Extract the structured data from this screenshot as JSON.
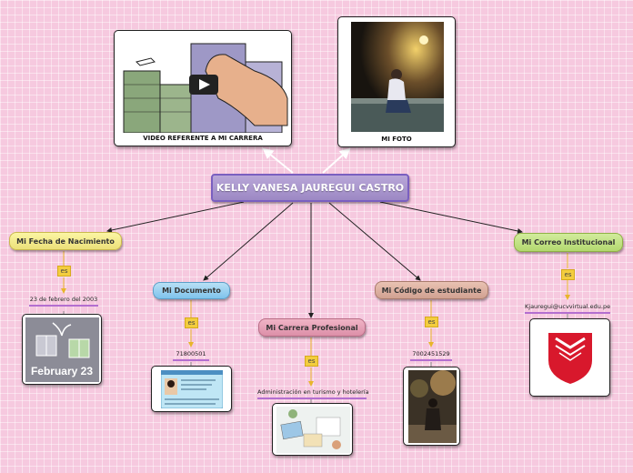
{
  "central": {
    "label": "KELLY VANESA JAUREGUI CASTRO"
  },
  "video_card": {
    "caption": "VIDEO REFERENTE A MI CARRERA"
  },
  "photo_card": {
    "caption": "MI FOTO"
  },
  "nodes": {
    "fecha": {
      "label": "Mi Fecha de Nacimiento",
      "connector": "es",
      "value": "23 de febrero del 2003",
      "image_text": "February 23"
    },
    "documento": {
      "label": "Mi Documento",
      "connector": "es",
      "value": "71800501"
    },
    "carrera": {
      "label": "Mi Carrera Profesional",
      "connector": "es",
      "value": "Administración en turismo y hotelería"
    },
    "codigo": {
      "label": "Mi Código de estudiante",
      "connector": "es",
      "value": "7002451529"
    },
    "correo": {
      "label": "Mi Correo Institucional",
      "connector": "es",
      "value": "Kjauregui@ucvvirtual.edu.pe"
    }
  },
  "colors": {
    "background": "#f6c9df",
    "central": "#9c88c4",
    "fecha": "#f7eb8e",
    "documento": "#8fcbf0",
    "carrera": "#e49bb2",
    "codigo": "#dcb0a0",
    "correo": "#bfe07f",
    "connector": "#f3cd3e",
    "leaf_underline": "#b36fd0",
    "logo_red": "#d8182c"
  }
}
